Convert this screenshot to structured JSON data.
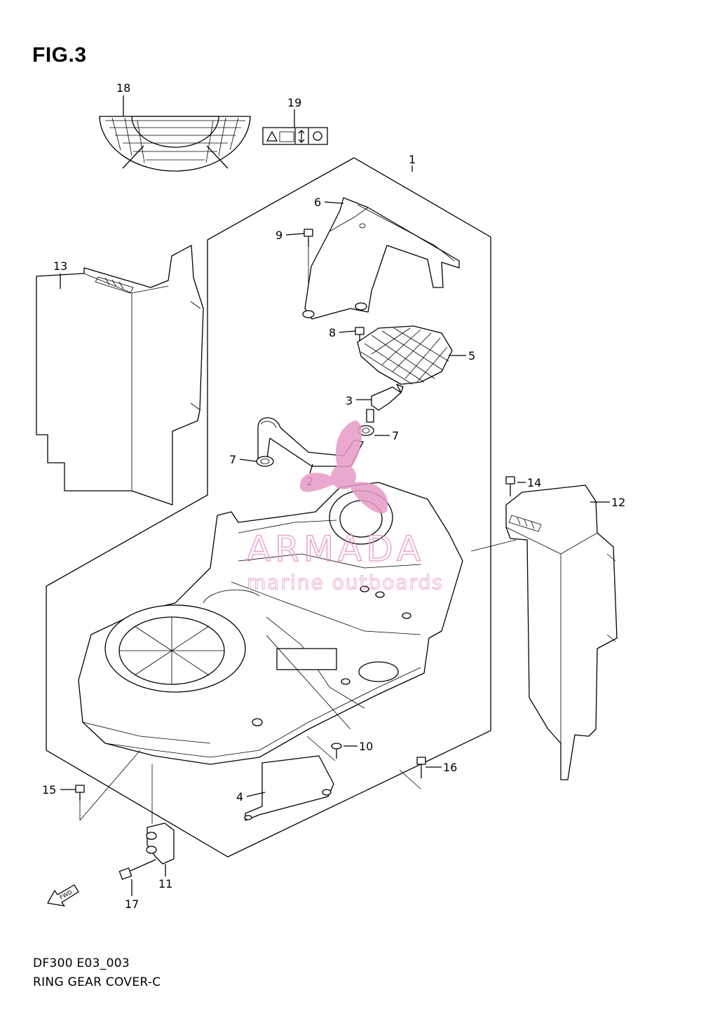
{
  "figure": {
    "title": "FIG.3"
  },
  "caption": {
    "code": "DF300 E03_003",
    "name": "RING GEAR COVER-C"
  },
  "callouts": [
    {
      "id": "c1",
      "label": "1"
    },
    {
      "id": "c2",
      "label": "2"
    },
    {
      "id": "c3",
      "label": "3"
    },
    {
      "id": "c4",
      "label": "4"
    },
    {
      "id": "c5",
      "label": "5"
    },
    {
      "id": "c6",
      "label": "6"
    },
    {
      "id": "c7a",
      "label": "7"
    },
    {
      "id": "c7b",
      "label": "7"
    },
    {
      "id": "c8",
      "label": "8"
    },
    {
      "id": "c9",
      "label": "9"
    },
    {
      "id": "c10",
      "label": "10"
    },
    {
      "id": "c11",
      "label": "11"
    },
    {
      "id": "c12",
      "label": "12"
    },
    {
      "id": "c13",
      "label": "13"
    },
    {
      "id": "c14",
      "label": "14"
    },
    {
      "id": "c15",
      "label": "15"
    },
    {
      "id": "c16",
      "label": "16"
    },
    {
      "id": "c17",
      "label": "17"
    },
    {
      "id": "c18",
      "label": "18"
    },
    {
      "id": "c19",
      "label": "19"
    }
  ],
  "fwd_label": "FWD",
  "watermark": {
    "brand": "ARMADA",
    "tagline": "marine outboards",
    "color": "#e79ac6"
  }
}
